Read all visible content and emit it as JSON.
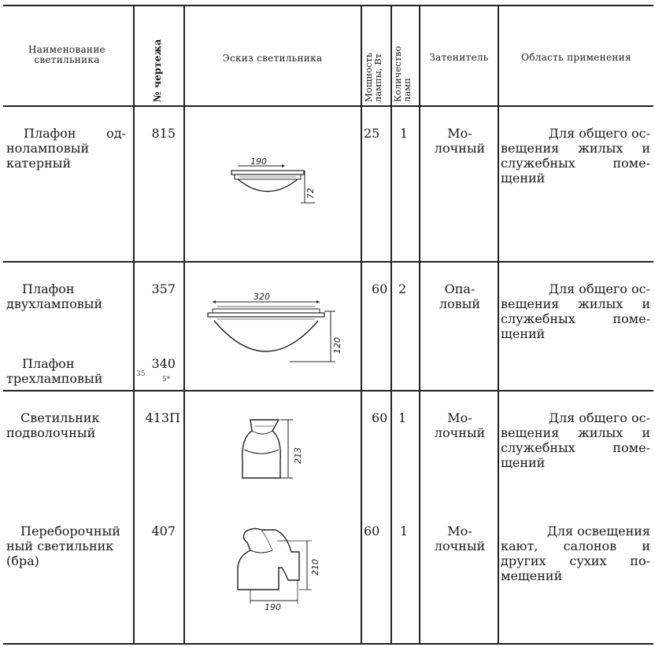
{
  "header": {
    "name": [
      "Наименование",
      "светильника"
    ],
    "drawing_no": "№ чертежа",
    "sketch": "Эскиз светильника",
    "power": [
      "Мощность",
      "лампы, Вт"
    ],
    "count": [
      "Количество",
      "ламп"
    ],
    "shade": "Затенитель",
    "application": "Область применения"
  },
  "rows": [
    {
      "name": [
        "Плафон од-",
        "нолампо­вый",
        "катерный"
      ],
      "no": "815",
      "power": "25",
      "count": "1",
      "shade": [
        "Мо-",
        "лочный"
      ],
      "app": [
        "Для общего ос-",
        "вещения жилых и",
        "служебных поме-",
        "щений"
      ],
      "dims": [
        "190",
        "72"
      ]
    },
    {
      "name": [
        "Плафон",
        "двухламповый"
      ],
      "no": "357",
      "power": "60",
      "count": "2",
      "shade": [
        "Опа-",
        "ловый"
      ],
      "app": [
        "Для общего ос-",
        "вещения жилых и",
        "служебных поме-",
        "щений"
      ],
      "dims": [
        "320",
        "120"
      ]
    },
    {
      "name": [
        "Плафон",
        "трехламповый"
      ],
      "no": "340"
    },
    {
      "name": [
        "Светильник",
        "подволочный"
      ],
      "no": "413П",
      "power": "60",
      "count": "1",
      "shade": [
        "Мо-",
        "лочный"
      ],
      "app": [
        "Для общего ос-",
        "вещения жилых и",
        "служебных поме-",
        "щений"
      ],
      "dims": [
        "213"
      ]
    },
    {
      "name": [
        "Переборочный",
        "ный светильник",
        "(бра)"
      ],
      "no": "407",
      "power": "60",
      "count": "1",
      "shade": [
        "Мо-",
        "лочный"
      ],
      "app": [
        "Для освещения",
        "кают, салонов и",
        "других сухих по-",
        "мещений"
      ],
      "dims": [
        "210",
        "190"
      ]
    }
  ],
  "margin_marks": [
    "35",
    "5*"
  ]
}
